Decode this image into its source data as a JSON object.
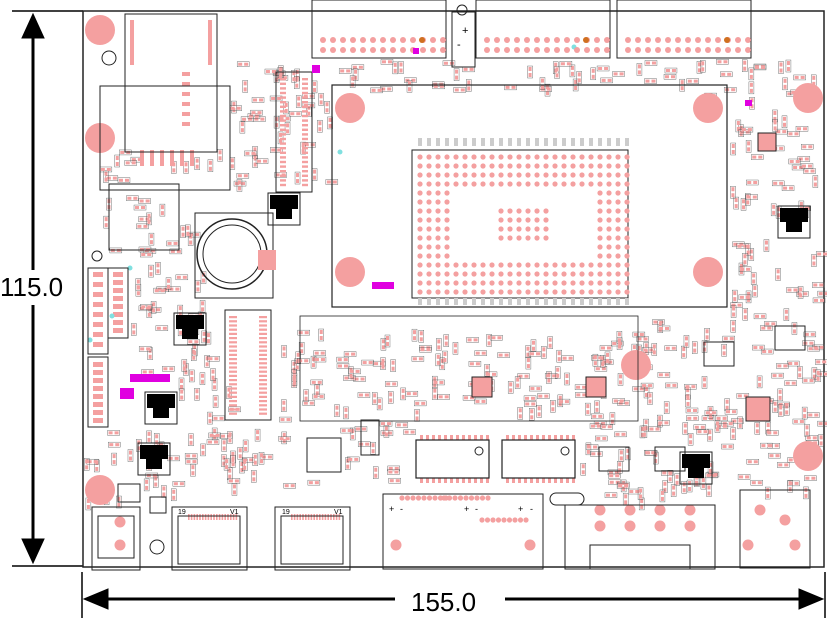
{
  "dimensions": {
    "height_label": "115.0",
    "width_label": "155.0"
  },
  "board": {
    "header_pin_labels": [
      "+",
      "-",
      "+",
      "-",
      "+",
      "-",
      "+",
      "-"
    ],
    "connector_labels": [
      "19",
      "V1",
      "19",
      "V1"
    ]
  },
  "colors": {
    "pad": "#f4a0a0",
    "pad_dark": "#e88080",
    "outline": "#222222",
    "magenta": "#e000e0",
    "cyan": "#80e0e0",
    "orange": "#d07020",
    "black": "#000000"
  }
}
